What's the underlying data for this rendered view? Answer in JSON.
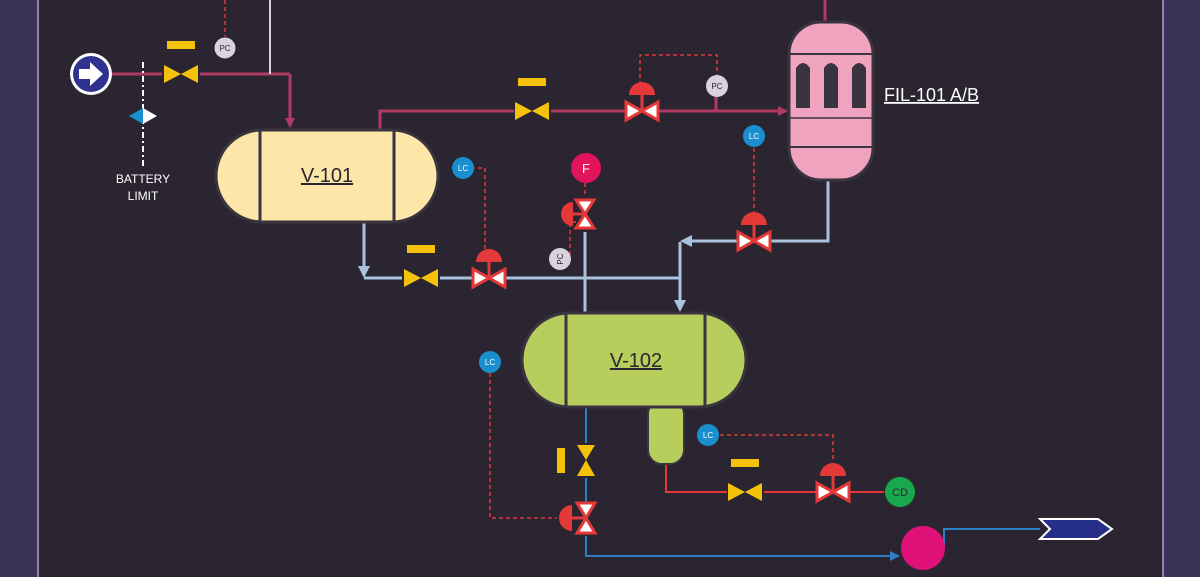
{
  "labels": {
    "battery_limit_line1": "BATTERY",
    "battery_limit_line2": "LIMIT",
    "vessel_v101": "V-101",
    "vessel_v102": "V-102",
    "filter_fil101": "FIL-101 A/B"
  },
  "instruments": {
    "pc_inlet": "PC",
    "pc_filter": "PC",
    "pc_v102": "PC",
    "lc_v101": "LC",
    "lc_filter": "LC",
    "lc_v102": "LC",
    "lc_boot": "LC",
    "flow_element": "F",
    "condensate": "CD"
  },
  "colors": {
    "background": "#2a2530",
    "border_panel": "#3b3458",
    "process_line": "#b13a64",
    "light_line": "#a9c3de",
    "blue_line": "#2f7fc6",
    "signal_line": "#e03a3a",
    "v101_fill": "#fde6a8",
    "v102_fill": "#b7cd5c",
    "filter_fill": "#f0a3bf",
    "valve_yellow": "#f4c20d",
    "valve_red": "#e53838",
    "lc_bubble": "#1a8fd0",
    "pc_bubble": "#d8d3dc",
    "flow_bubble": "#e2145c",
    "cd_bubble": "#1aa84f",
    "pump": "#e0127a",
    "inlet_arrow": "#2f338f",
    "outlet_arrow": "#26308a"
  }
}
